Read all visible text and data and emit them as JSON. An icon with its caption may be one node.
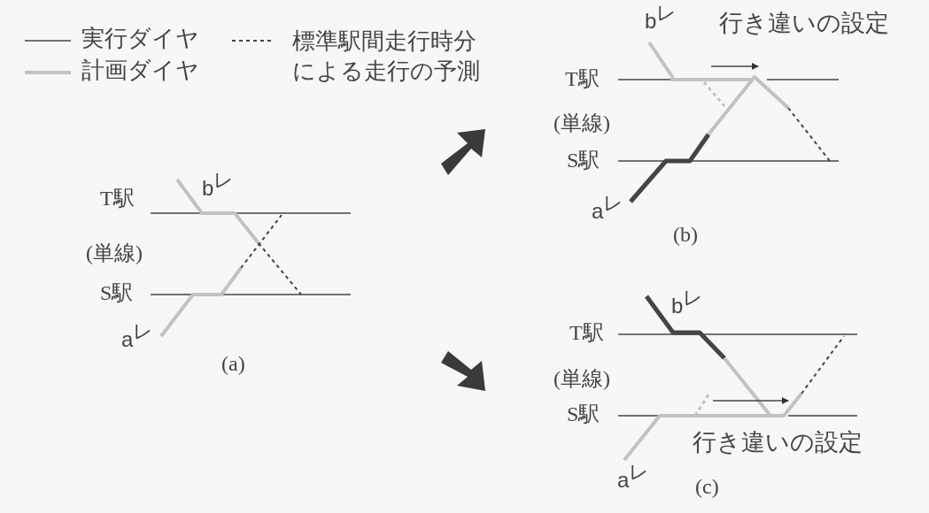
{
  "diagram": {
    "labels": [
      "b$^{レ}$",
      "T駅",
      "(単線)",
      "S駅",
      "a$^{レ}$",
      "(a)",
      "b$^{レ}$",
      "行き違いの設定",
      "T駅",
      "(単線)",
      "S駅",
      "a$^{レ}$",
      "(b)",
      "T駅",
      "b$^{レ}$",
      "(単線)",
      "S駅",
      "行き違いの設定",
      "a$^{レ}$",
      "(c)"
    ],
    "legend": [
      {
        "text": "実行ダイヤ"
      },
      {
        "text": "計画ダイヤ"
      },
      {
        "text": "標準駅間走行時分による走行の予測"
      }
    ]
  }
}
